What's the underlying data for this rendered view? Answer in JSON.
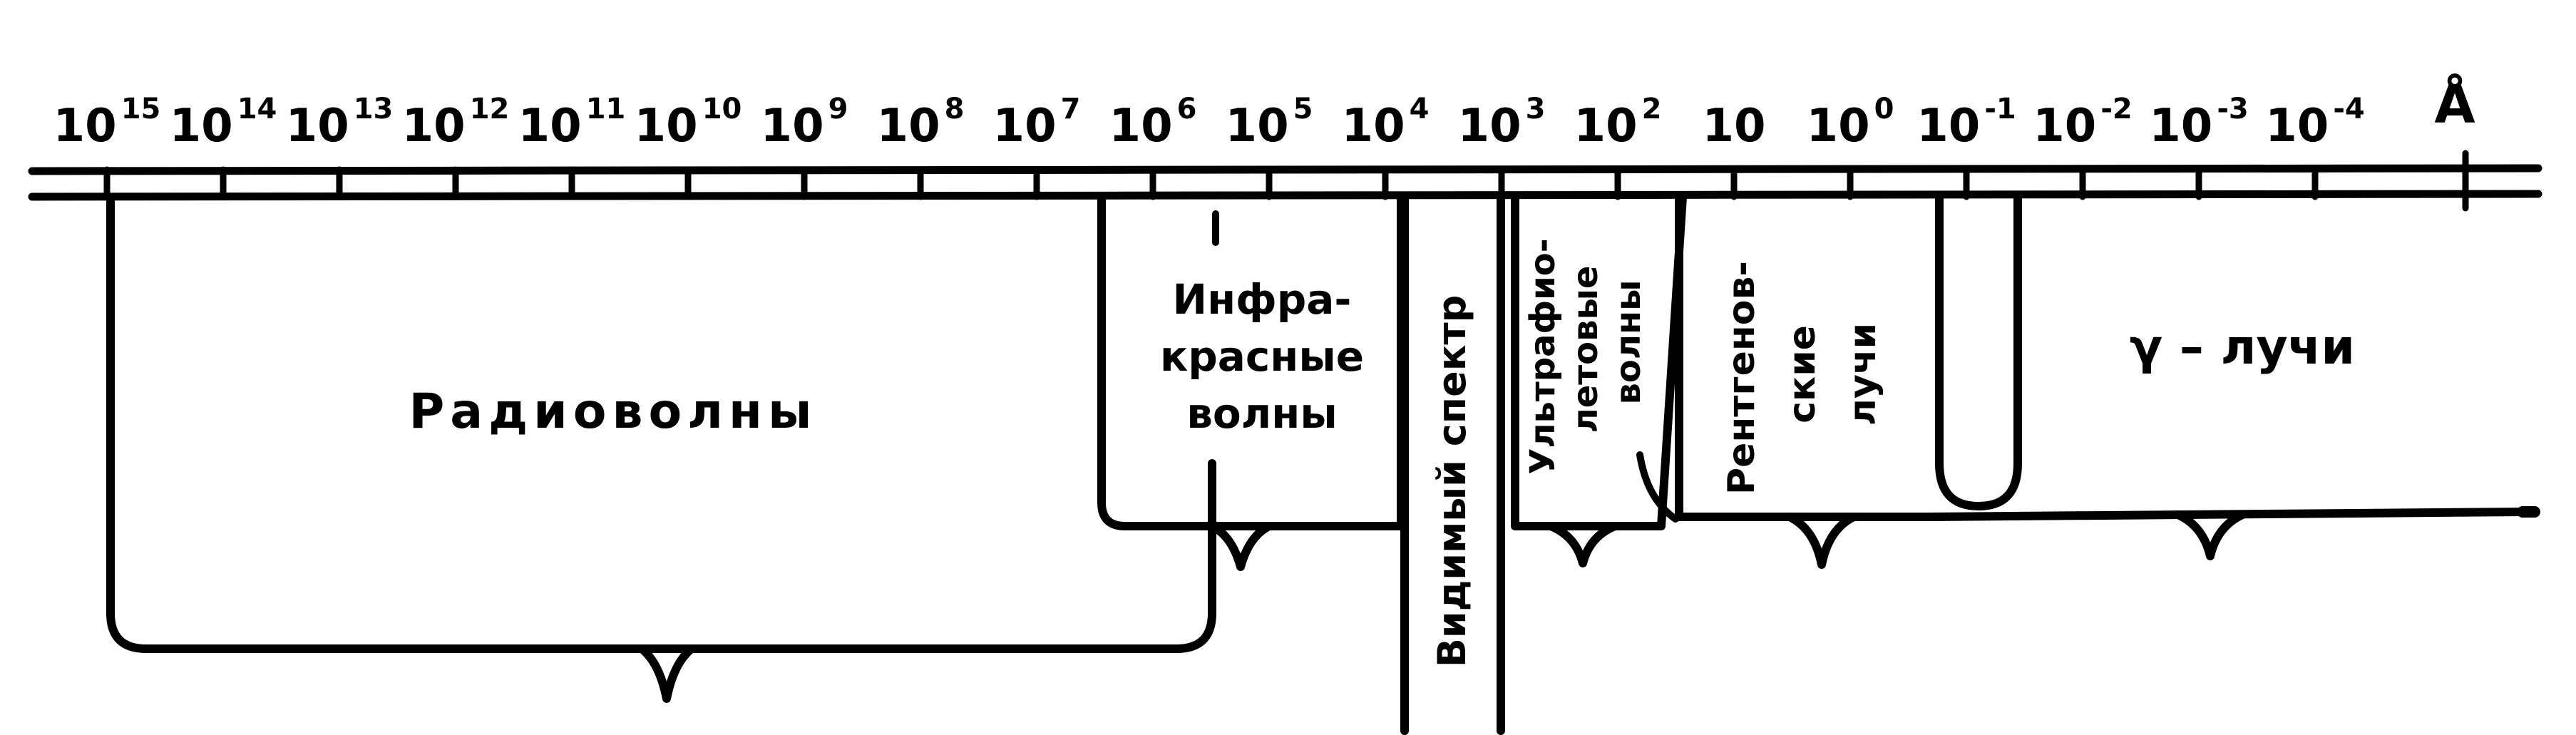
{
  "scale": {
    "ticks": [
      {
        "base": "10",
        "exp": "15"
      },
      {
        "base": "10",
        "exp": "14"
      },
      {
        "base": "10",
        "exp": "13"
      },
      {
        "base": "10",
        "exp": "12"
      },
      {
        "base": "10",
        "exp": "11"
      },
      {
        "base": "10",
        "exp": "10"
      },
      {
        "base": "10",
        "exp": "9"
      },
      {
        "base": "10",
        "exp": "8"
      },
      {
        "base": "10",
        "exp": "7"
      },
      {
        "base": "10",
        "exp": "6"
      },
      {
        "base": "10",
        "exp": "5"
      },
      {
        "base": "10",
        "exp": "4"
      },
      {
        "base": "10",
        "exp": "3"
      },
      {
        "base": "10",
        "exp": "2"
      },
      {
        "base": "10",
        "exp": ""
      },
      {
        "base": "10",
        "exp": "0"
      },
      {
        "base": "10",
        "exp": "-1"
      },
      {
        "base": "10",
        "exp": "-2"
      },
      {
        "base": "10",
        "exp": "-3"
      },
      {
        "base": "10",
        "exp": "-4"
      }
    ],
    "unit": "Å"
  },
  "regions": {
    "radio": {
      "label": "Радиоволны"
    },
    "infrared": {
      "lines": [
        "Инфра-",
        "красные",
        "волны"
      ]
    },
    "visible": {
      "label": "Видимый спектр"
    },
    "ultraviolet": {
      "lines": [
        "Ультрафио-",
        "летовые",
        "волны"
      ]
    },
    "xray": {
      "lines": [
        "Рентгенов-",
        "ские",
        "лучи"
      ]
    },
    "gamma": {
      "label": "γ – лучи"
    }
  },
  "style": {
    "ink": "#000000",
    "background": "#ffffff"
  }
}
